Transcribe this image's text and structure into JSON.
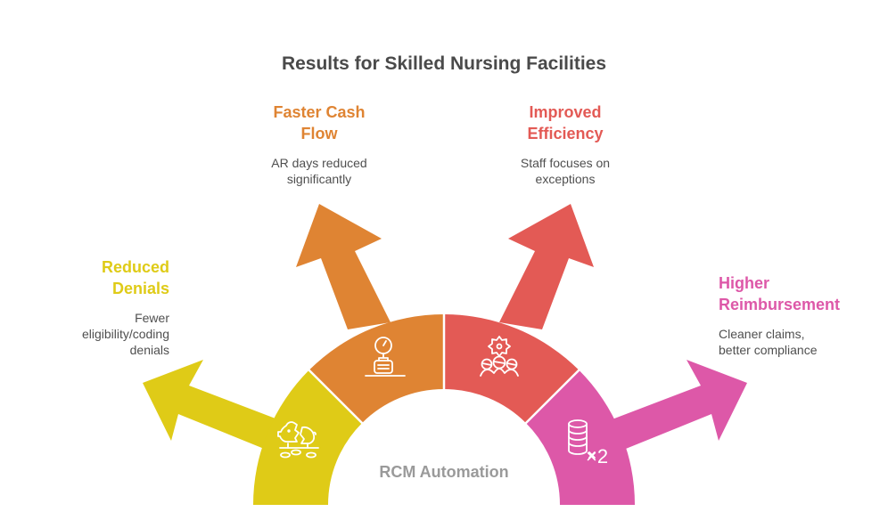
{
  "title": "Results for Skilled Nursing Facilities",
  "center_label": "RCM Automation",
  "colors": {
    "yellow": "#DFCB17",
    "orange": "#DF8433",
    "red": "#E35A55",
    "pink": "#DD58A8",
    "title": "#4A4A4A",
    "center": "#9A9A9A",
    "desc": "#4F4F4F"
  },
  "segments": [
    {
      "key": "reduced-denials",
      "title": "Reduced Denials",
      "title_lines": [
        "Reduced",
        "Denials"
      ],
      "desc_lines": [
        "Fewer",
        "eligibility/coding",
        "denials"
      ],
      "color": "#DFCB17",
      "icon": "broken-piggy-bank-icon"
    },
    {
      "key": "faster-cash-flow",
      "title": "Faster Cash Flow",
      "title_lines": [
        "Faster Cash",
        "Flow"
      ],
      "desc_lines": [
        "AR days reduced",
        "significantly"
      ],
      "color": "#DF8433",
      "icon": "stopwatch-briefcase-icon"
    },
    {
      "key": "improved-efficiency",
      "title": "Improved Efficiency",
      "title_lines": [
        "Improved",
        "Efficiency"
      ],
      "desc_lines": [
        "Staff focuses on",
        "exceptions"
      ],
      "color": "#E35A55",
      "icon": "team-gear-icon"
    },
    {
      "key": "higher-reimbursement",
      "title": "Higher Reimbursement",
      "title_lines": [
        "Higher",
        "Reimbursement"
      ],
      "desc_lines": [
        "Cleaner claims,",
        "better compliance"
      ],
      "color": "#DD58A8",
      "icon": "coin-stack-x2-icon",
      "icon_text": "×2"
    }
  ]
}
